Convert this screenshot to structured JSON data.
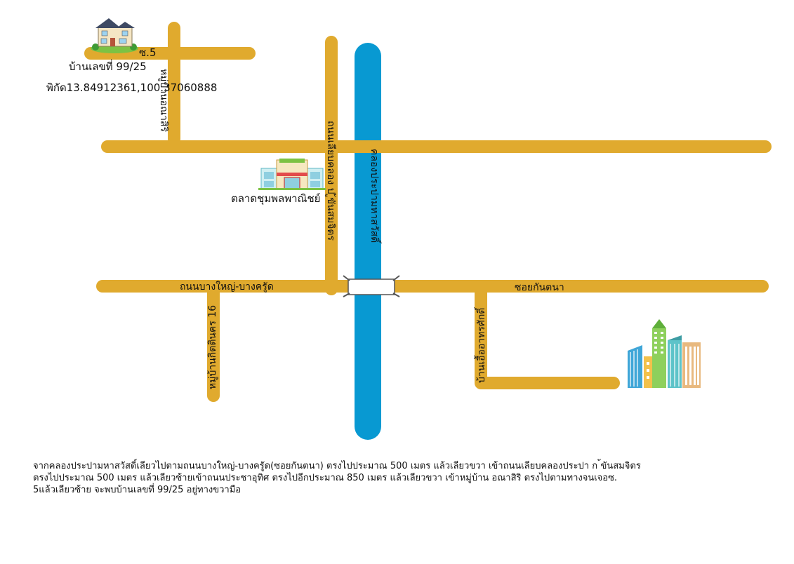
{
  "map": {
    "colors": {
      "road": "#E0AA2E",
      "river": "#0899D2",
      "bridge": "#FFFFFF",
      "background": "#FFFFFF"
    },
    "landmarks": {
      "house": {
        "icon": "house-icon",
        "label": "บ้านเลขที่ 99/25",
        "coordinates": "พิกัด13.84912361,100.37060888"
      },
      "market": {
        "icon": "market-building-icon",
        "label": "ตลาดชุมพลพาณิชย์"
      },
      "city": {
        "icon": "city-buildings-icon"
      }
    },
    "roads": {
      "soi5": "ซ.5",
      "village_anasiri": "หมู่บ้านอณาสิริ",
      "canal_road": "ถนนเลียบคลอง ป ู้ขันสมจิตร",
      "canal": "คลองประปามหาสวัสดิ์",
      "bangyai_bangkruat": "ถนนบางใหญ่-บางครูัด",
      "soi_kantana": "ซอยกันตนา",
      "village_kittinakhon": "หมู่บ้านกิตตินคร 16",
      "village_right": "บ้านเอื้ออาทรศักดิ์"
    }
  },
  "directions": {
    "lines": [
      "จากคลองประปามหาสวัสดิ์เลียวไปตามถนนบางใหญ่-บางครูัด(ซอยกันตนา) ตรงไปประมาณ 500  เมตร แล้วเลียวขวา เข้าถนนเลียบคลองประปา ก ้ขันสมจิตร",
      "ตรงไปประมาณ 500 เมตร แล้วเลียวซ้ายเข้าถนนประชาอุทิศ ตรงไปอีกประมาณ 850 เมตร แล้วเลียวขวา เข้าหมู่บ้าน อณาสิริ ตรงไปตามทางจนเจอซ.",
      "5แล้วเลียวซ้าย  จะพบบ้านเลขที่ 99/25 อยู่ทางขวามือ"
    ]
  }
}
